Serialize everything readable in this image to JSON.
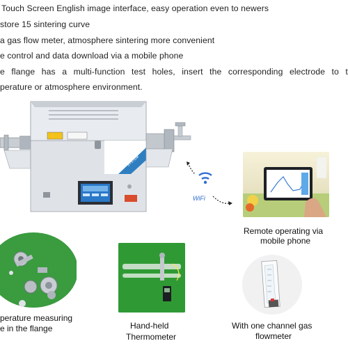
{
  "bullets": [
    "Touch Screen English image interface, easy operation even to newers",
    "store 15 sintering curve",
    "a gas flow meter, atmosphere sintering more convenient",
    "e control and data download via a mobile phone",
    [
      "e",
      "flange",
      "has",
      "a",
      "multi-function",
      "test",
      "holes,",
      "insert",
      "the",
      "corresponding",
      "electrode",
      "to",
      "t"
    ],
    "perature or atmosphere environment."
  ],
  "wifi_label": "WiFi",
  "captions": {
    "remote_line1": "Remote operating via",
    "remote_line2": "mobile phone",
    "flange_line1": "perature measuring",
    "flange_line2": "e in the flange",
    "thermo_line1": "Hand-held",
    "thermo_line2": "Thermometer",
    "meter_line1": "With one channel gas",
    "meter_line2": "flowmeter"
  },
  "colors": {
    "furnace_body": "#d8dde3",
    "furnace_blue": "#2f7fc0",
    "panel_blue": "#2a78c8",
    "wifi_blue": "#2f6fd0",
    "thermo_bg": "#2f9a34",
    "flange_bg": "#3a9b3f"
  }
}
